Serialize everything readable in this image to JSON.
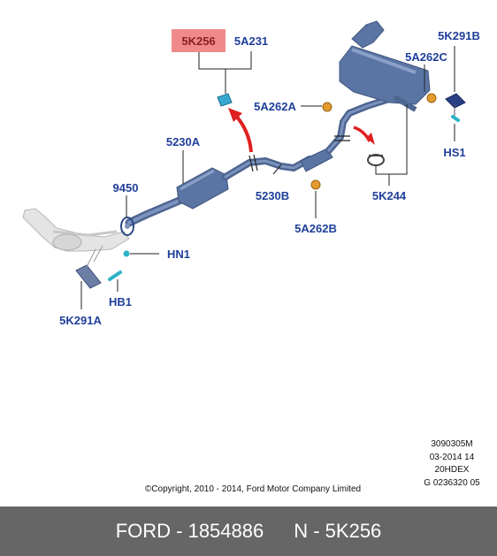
{
  "labels": {
    "part_highlight": "5K256",
    "a5231": "5A231",
    "k5291b": "5K291B",
    "a5262c": "5A262C",
    "a5262a": "5A262A",
    "a5230a": "5230A",
    "hs1": "HS1",
    "n9450": "9450",
    "a5230b": "5230B",
    "k5244": "5K244",
    "a5262b": "5A262B",
    "hn1": "HN1",
    "hb1": "HB1",
    "k5291a": "5K291A"
  },
  "meta": {
    "code1": "3090305M",
    "code2": "03-2014 14",
    "code3": "20HDEX",
    "code4": "G 0236320 05",
    "copyright": "©Copyright, 2010 - 2014, Ford Motor Company Limited"
  },
  "footer": {
    "left": "FORD - 1854886",
    "right": "N - 5K256"
  },
  "colors": {
    "label_blue": "#1f3f9a",
    "highlight_fill": "#f08a8a",
    "pipe": "#5a74a3",
    "arrow_red": "#e02020",
    "footer_bg": "#666666"
  }
}
